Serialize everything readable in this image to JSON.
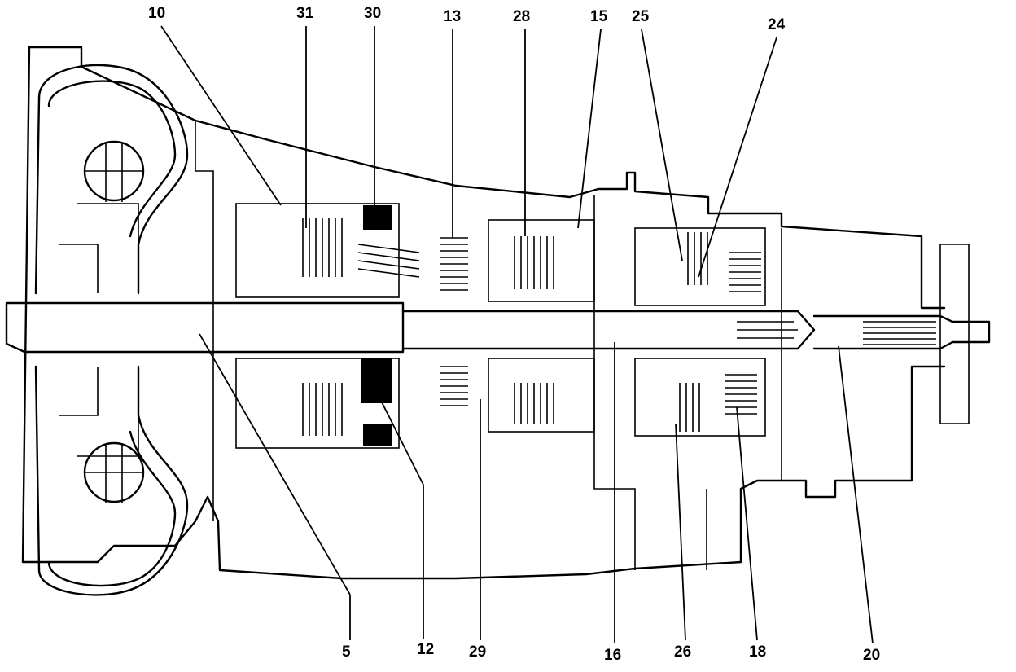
{
  "callouts": [
    {
      "id": "10",
      "text": "10"
    },
    {
      "id": "31",
      "text": "31"
    },
    {
      "id": "30",
      "text": "30"
    },
    {
      "id": "13",
      "text": "13"
    },
    {
      "id": "28",
      "text": "28"
    },
    {
      "id": "15",
      "text": "15"
    },
    {
      "id": "25",
      "text": "25"
    },
    {
      "id": "24",
      "text": "24"
    },
    {
      "id": "5",
      "text": "5"
    },
    {
      "id": "12",
      "text": "12"
    },
    {
      "id": "29",
      "text": "29"
    },
    {
      "id": "16",
      "text": "16"
    },
    {
      "id": "26",
      "text": "26"
    },
    {
      "id": "18",
      "text": "18"
    },
    {
      "id": "20",
      "text": "20"
    }
  ],
  "colors": {
    "ink": "#000000",
    "paper": "#ffffff"
  }
}
